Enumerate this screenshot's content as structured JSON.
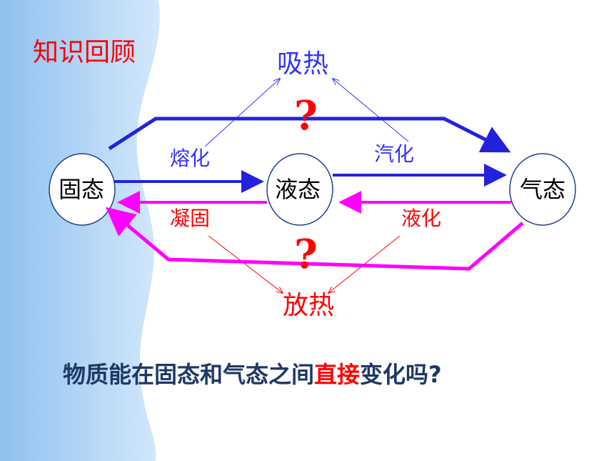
{
  "title": "知识回顾",
  "heat": {
    "absorb": "吸热",
    "release": "放热"
  },
  "states": {
    "solid": "固态",
    "liquid": "液态",
    "gas": "气态"
  },
  "processes": {
    "melting": "熔化",
    "vaporization": "汽化",
    "solidification": "凝固",
    "liquefaction": "液化"
  },
  "question_mark": "?",
  "question": {
    "part1": "物质能在固态和气态之间",
    "highlight": "直接",
    "part2": "变化吗?"
  },
  "colors": {
    "title": "#ff0000",
    "absorb": "#3333ff",
    "release": "#ff0000",
    "blue_arrow": "#2222dd",
    "magenta_arrow": "#ff00ff",
    "question": "#1f3864",
    "highlight": "#ff0000",
    "background_wave": "#bcd9f5"
  }
}
